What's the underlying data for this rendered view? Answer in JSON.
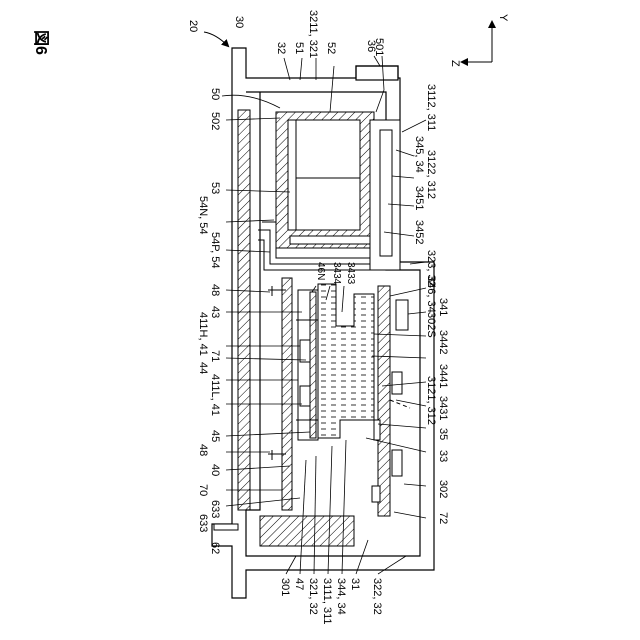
{
  "figure": {
    "title": "図6",
    "assembly_ref": "20"
  },
  "axes": {
    "y": "Y",
    "z": "Z"
  },
  "top_labels": [
    {
      "id": "t30",
      "text": "30"
    },
    {
      "id": "t32",
      "text": "32"
    },
    {
      "id": "t51",
      "text": "51"
    },
    {
      "id": "t3211",
      "text": "3211, 321"
    },
    {
      "id": "t52",
      "text": "52"
    },
    {
      "id": "t36",
      "text": "36"
    },
    {
      "id": "t501",
      "text": "501"
    }
  ],
  "right_labels": [
    {
      "id": "r3112",
      "text": "3112, 311"
    },
    {
      "id": "r345",
      "text": "345, 34"
    },
    {
      "id": "r3122",
      "text": "3122, 312"
    },
    {
      "id": "r3451",
      "text": "3451"
    },
    {
      "id": "r3452",
      "text": "3452"
    },
    {
      "id": "r323",
      "text": "323, 32"
    },
    {
      "id": "r346",
      "text": "346, 34"
    },
    {
      "id": "r302S",
      "text": "302S"
    },
    {
      "id": "r341",
      "text": "341"
    },
    {
      "id": "r3442",
      "text": "3442"
    },
    {
      "id": "r3441",
      "text": "3441"
    },
    {
      "id": "r3121",
      "text": "3121, 312"
    },
    {
      "id": "r3431",
      "text": "3431"
    },
    {
      "id": "r35",
      "text": "35"
    },
    {
      "id": "r33",
      "text": "33"
    },
    {
      "id": "r302",
      "text": "302"
    },
    {
      "id": "r72",
      "text": "72"
    }
  ],
  "left_labels": [
    {
      "id": "l50",
      "text": "50"
    },
    {
      "id": "l502",
      "text": "502"
    },
    {
      "id": "l53",
      "text": "53"
    },
    {
      "id": "l54N",
      "text": "54N, 54"
    },
    {
      "id": "l54P",
      "text": "54P, 54"
    },
    {
      "id": "l48a",
      "text": "48"
    },
    {
      "id": "l43",
      "text": "43"
    },
    {
      "id": "l411H",
      "text": "411H, 41"
    },
    {
      "id": "l71",
      "text": "71"
    },
    {
      "id": "l44",
      "text": "44"
    },
    {
      "id": "l411L",
      "text": "411L, 41"
    },
    {
      "id": "l45",
      "text": "45"
    },
    {
      "id": "l48b",
      "text": "48"
    },
    {
      "id": "l40",
      "text": "40"
    },
    {
      "id": "l70",
      "text": "70"
    },
    {
      "id": "l633a",
      "text": "633"
    },
    {
      "id": "l633b",
      "text": "633"
    },
    {
      "id": "l62",
      "text": "62"
    }
  ],
  "inner_labels": [
    {
      "id": "i46N",
      "text": "46N"
    },
    {
      "id": "i3434",
      "text": "3434"
    },
    {
      "id": "i3433",
      "text": "3433"
    }
  ],
  "bottom_labels": [
    {
      "id": "b301",
      "text": "301"
    },
    {
      "id": "b47",
      "text": "47"
    },
    {
      "id": "b321",
      "text": "321, 32"
    },
    {
      "id": "b3111",
      "text": "3111, 311"
    },
    {
      "id": "b344",
      "text": "344, 34"
    },
    {
      "id": "b31",
      "text": "31"
    },
    {
      "id": "b322",
      "text": "322, 32"
    }
  ]
}
